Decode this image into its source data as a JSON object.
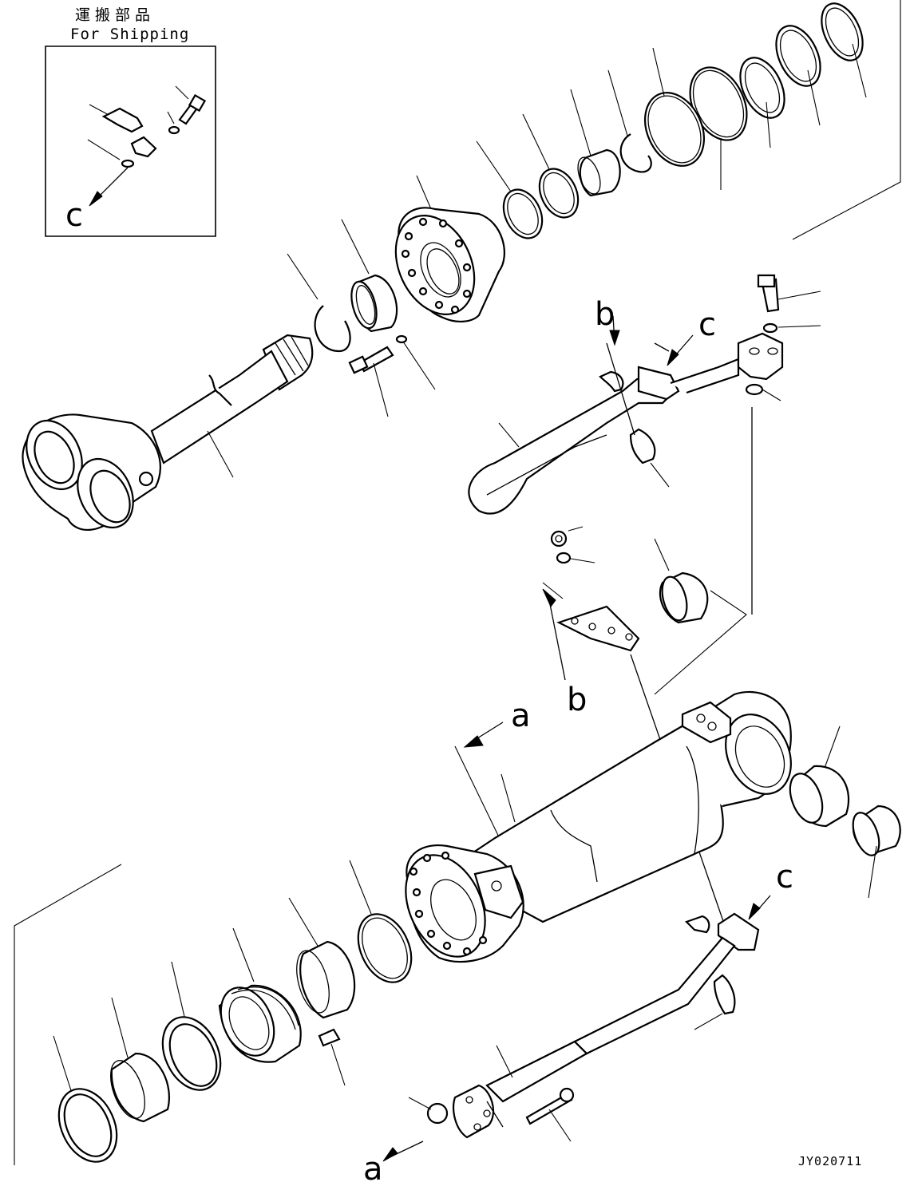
{
  "inset": {
    "title_jp": "運搬部品",
    "title_en": "For Shipping",
    "ref_label": "c"
  },
  "callouts": {
    "b_top": "b",
    "c_top": "c",
    "b_mid": "b",
    "a_mid": "a",
    "c_bottom": "c",
    "a_bottom": "a"
  },
  "drawing_code": "JY020711"
}
